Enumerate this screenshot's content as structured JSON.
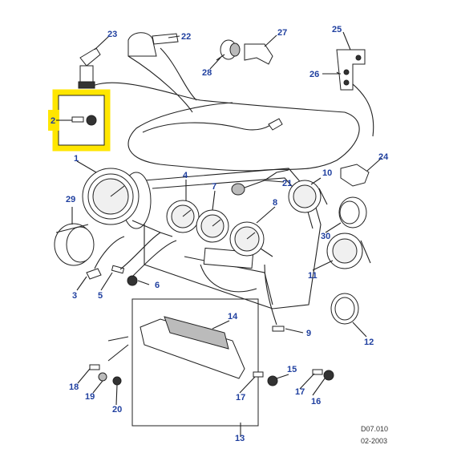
{
  "diagram": {
    "callouts": [
      {
        "id": "c1",
        "label": "1"
      },
      {
        "id": "c2",
        "label": "2"
      },
      {
        "id": "c3",
        "label": "3"
      },
      {
        "id": "c4",
        "label": "4"
      },
      {
        "id": "c5",
        "label": "5"
      },
      {
        "id": "c6",
        "label": "6"
      },
      {
        "id": "c7",
        "label": "7"
      },
      {
        "id": "c8",
        "label": "8"
      },
      {
        "id": "c9",
        "label": "9"
      },
      {
        "id": "c10",
        "label": "10"
      },
      {
        "id": "c11",
        "label": "11"
      },
      {
        "id": "c12",
        "label": "12"
      },
      {
        "id": "c13",
        "label": "13"
      },
      {
        "id": "c14",
        "label": "14"
      },
      {
        "id": "c15",
        "label": "15"
      },
      {
        "id": "c16",
        "label": "16"
      },
      {
        "id": "c17a",
        "label": "17"
      },
      {
        "id": "c17b",
        "label": "17"
      },
      {
        "id": "c18",
        "label": "18"
      },
      {
        "id": "c19",
        "label": "19"
      },
      {
        "id": "c20",
        "label": "20"
      },
      {
        "id": "c21",
        "label": "21"
      },
      {
        "id": "c22",
        "label": "22"
      },
      {
        "id": "c23",
        "label": "23"
      },
      {
        "id": "c24",
        "label": "24"
      },
      {
        "id": "c25",
        "label": "25"
      },
      {
        "id": "c26",
        "label": "26"
      },
      {
        "id": "c27",
        "label": "27"
      },
      {
        "id": "c28",
        "label": "28"
      },
      {
        "id": "c29",
        "label": "29"
      },
      {
        "id": "c30",
        "label": "30"
      }
    ],
    "reference": {
      "code": "D07.010",
      "date": "02-2003"
    },
    "highlight_color": "#ffe600",
    "callout_color": "#1f3f9f"
  }
}
